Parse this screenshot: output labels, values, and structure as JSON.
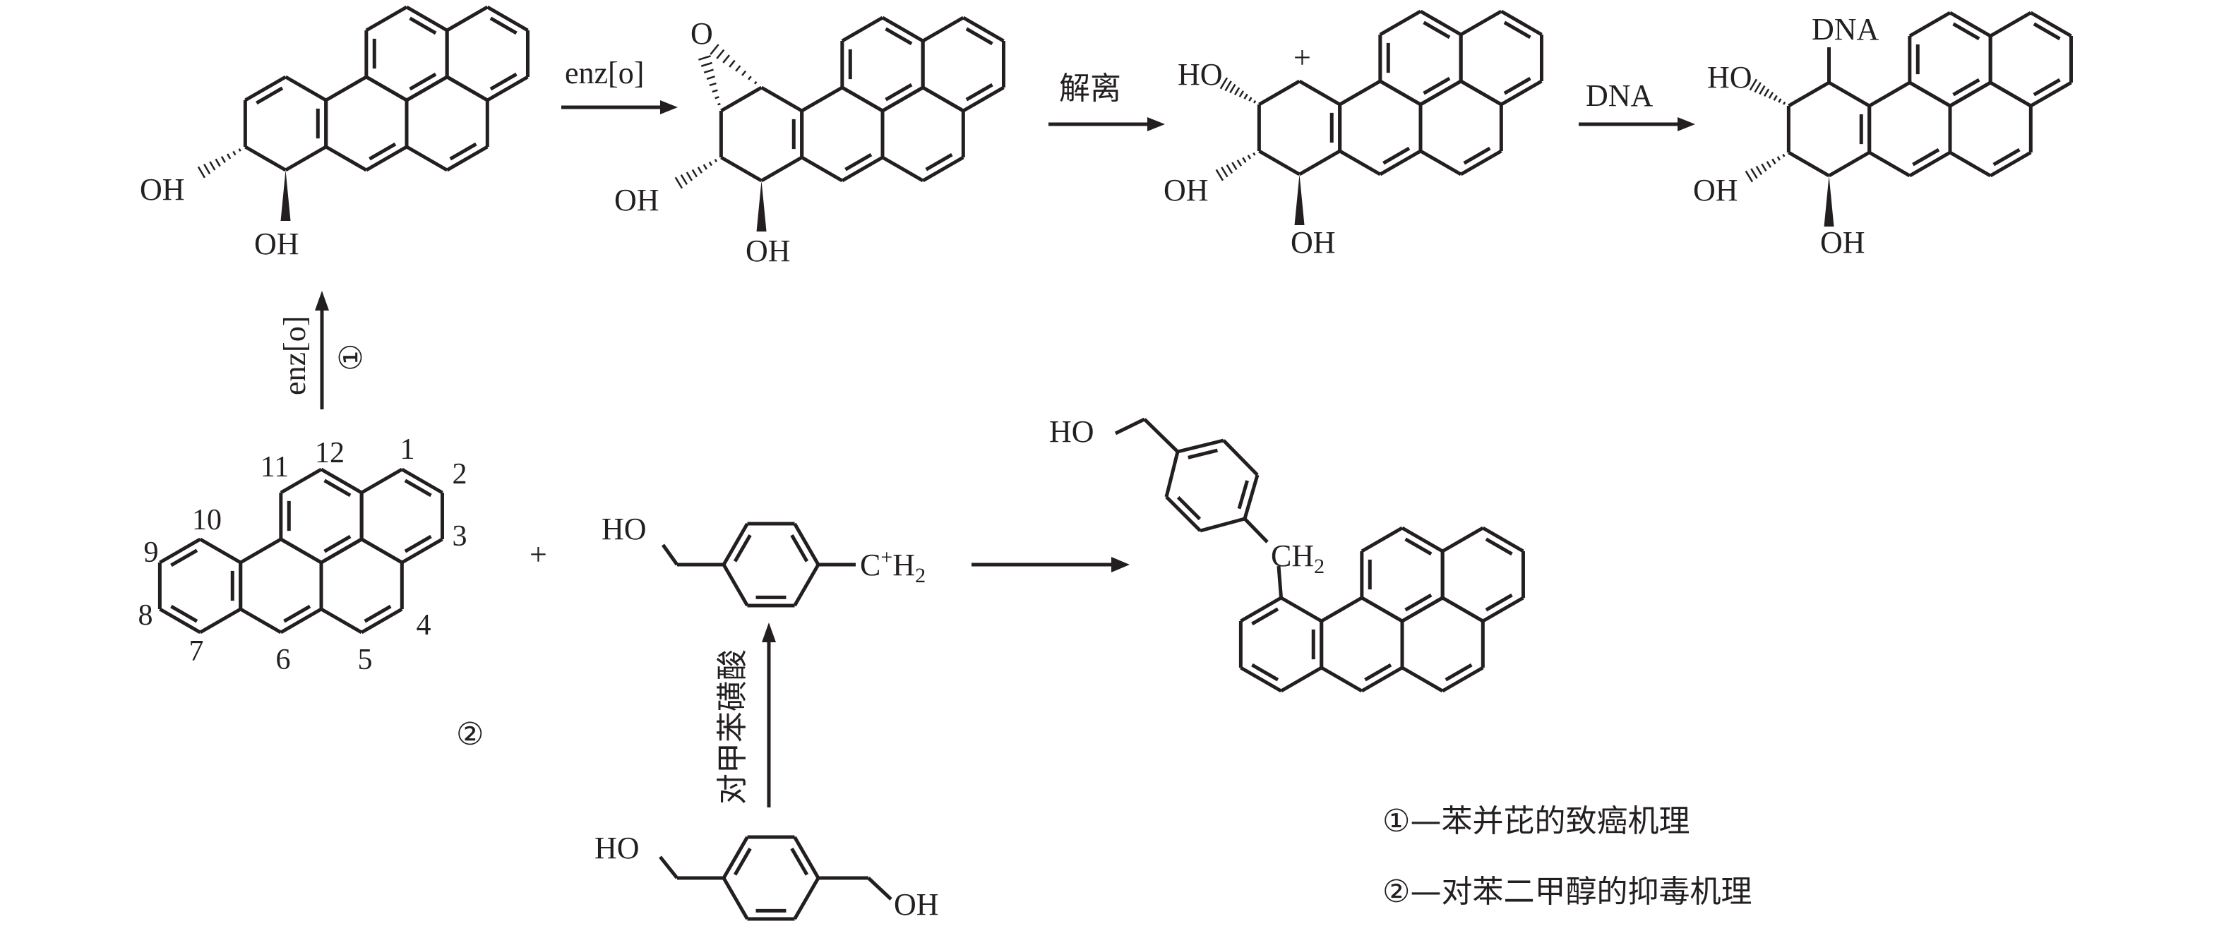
{
  "colors": {
    "ink": "#231f20",
    "background": "#ffffff"
  },
  "top_row": {
    "s1": {
      "oh_hash": "OH",
      "oh_wedge": "OH"
    },
    "arrow1_label": "enz[o]",
    "s2": {
      "epoxide_o": "O",
      "oh_hash": "OH",
      "oh_wedge": "OH"
    },
    "arrow2_label": "解离",
    "s3": {
      "cation": "+",
      "ho_hash": "HO",
      "oh_hash": "OH",
      "oh_wedge": "OH"
    },
    "arrow3_label": "DNA",
    "s4": {
      "dna": "DNA",
      "ho_hash": "HO",
      "oh_hash": "OH",
      "oh_wedge": "OH"
    }
  },
  "vertical_arrow": {
    "label": "enz[o]",
    "mark": "①"
  },
  "benzopyrene": {
    "numbers": [
      "1",
      "2",
      "3",
      "4",
      "5",
      "6",
      "7",
      "8",
      "9",
      "10",
      "11",
      "12"
    ],
    "mark": "②"
  },
  "plus": "+",
  "cation_reagent": {
    "ho": "HO",
    "c": "C",
    "charge": "+",
    "h": "H",
    "sub": "2"
  },
  "acid_arrow_label": "对甲苯磺酸",
  "diol": {
    "ho": "HO",
    "oh": "OH"
  },
  "product": {
    "ho": "HO",
    "ch": "CH",
    "sub": "2"
  },
  "legend": [
    "①—苯并芘的致癌机理",
    "②—对苯二甲醇的抑毒机理"
  ]
}
